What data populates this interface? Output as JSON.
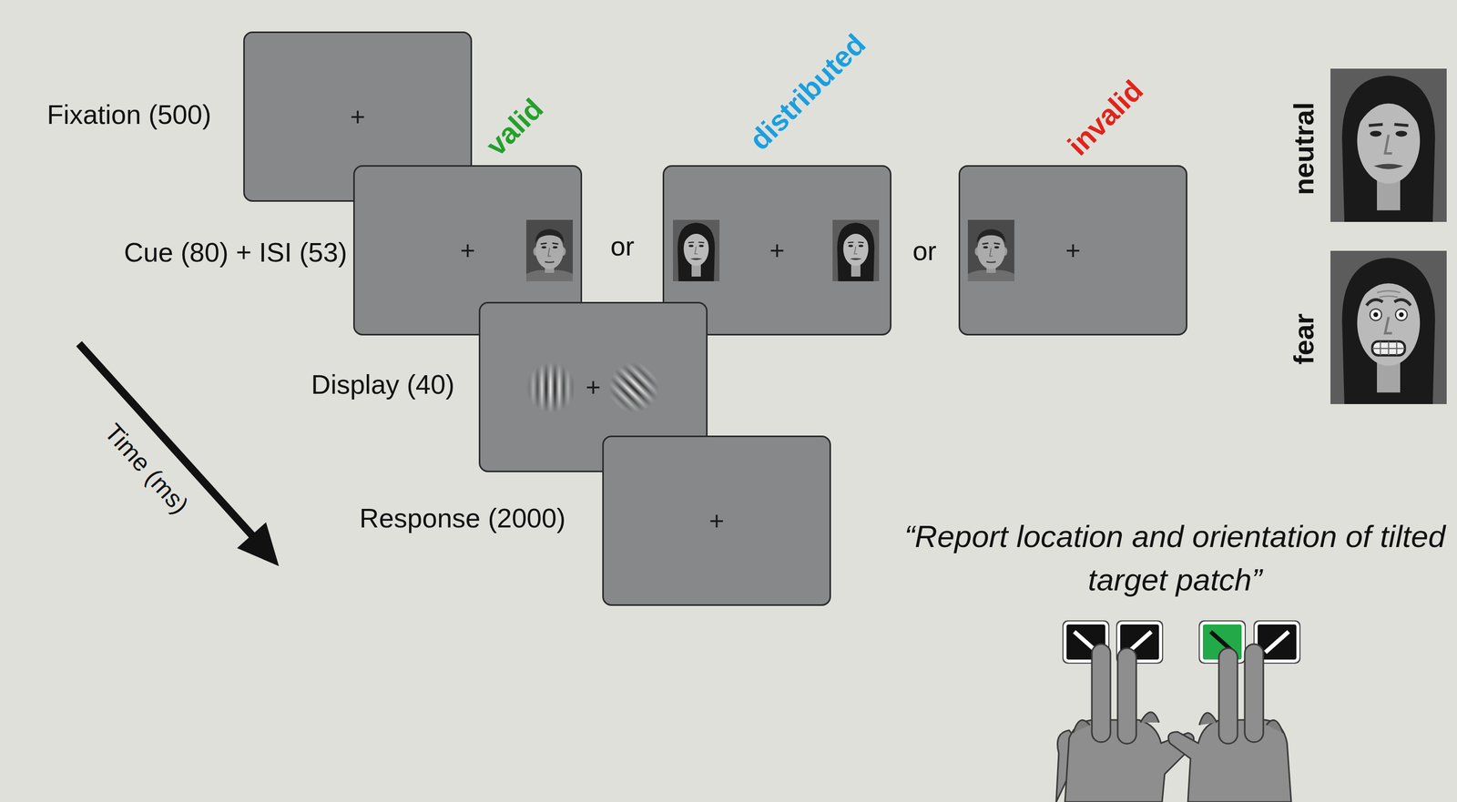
{
  "diagram": {
    "nodes": [
      {
        "text": [
          "Fixation (500)",
          "+"
        ]
      },
      {
        "text": [
          "Cue (80) + ISI (53)",
          "valid",
          "+"
        ]
      },
      {
        "text": [
          "distributed",
          "+"
        ]
      },
      {
        "text": [
          "invalid",
          "+"
        ]
      },
      {
        "text": [
          "Display (40)",
          "+"
        ]
      },
      {
        "text": [
          "Response (2000)",
          "+"
        ]
      }
    ],
    "labels": [
      "or",
      "or",
      "Time (ms)",
      "neutral",
      "fear",
      "“Report location and orientation of tilted target patch”"
    ]
  }
}
